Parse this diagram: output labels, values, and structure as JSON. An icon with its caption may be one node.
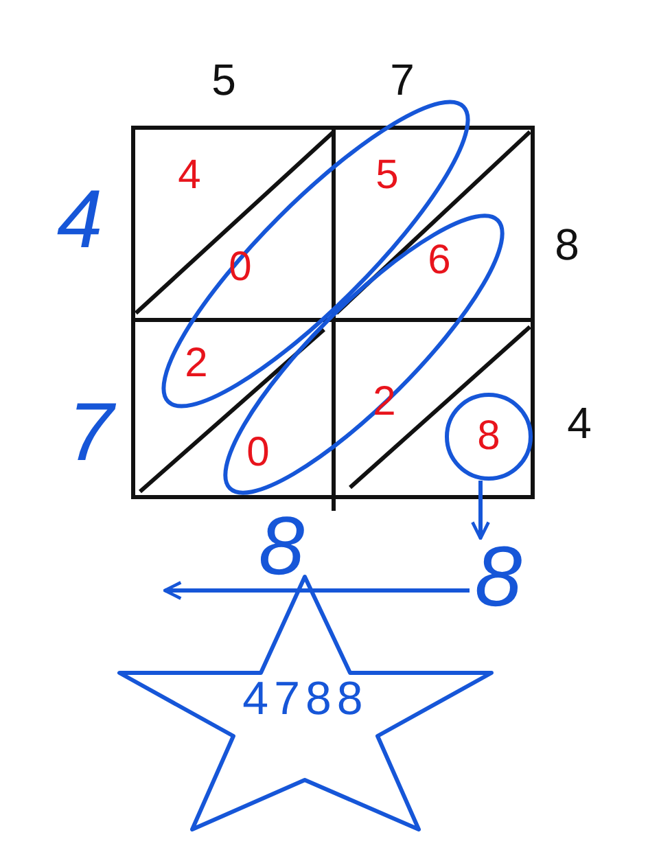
{
  "diagram": {
    "nodes": [
      {
        "text": [
          "8"
        ]
      },
      {
        "text": [
          "8"
        ]
      },
      {
        "text": [
          "4788"
        ]
      }
    ],
    "edges": [
      {
        "from": 0,
        "to": 1,
        "arrow": "to"
      },
      {
        "from": 1,
        "to": null,
        "arrow": "to"
      }
    ],
    "labels": [
      "5",
      "7",
      "4",
      "4",
      "5",
      "8",
      "0",
      "6",
      "2",
      "2",
      "4",
      "7",
      "0",
      "8"
    ]
  }
}
